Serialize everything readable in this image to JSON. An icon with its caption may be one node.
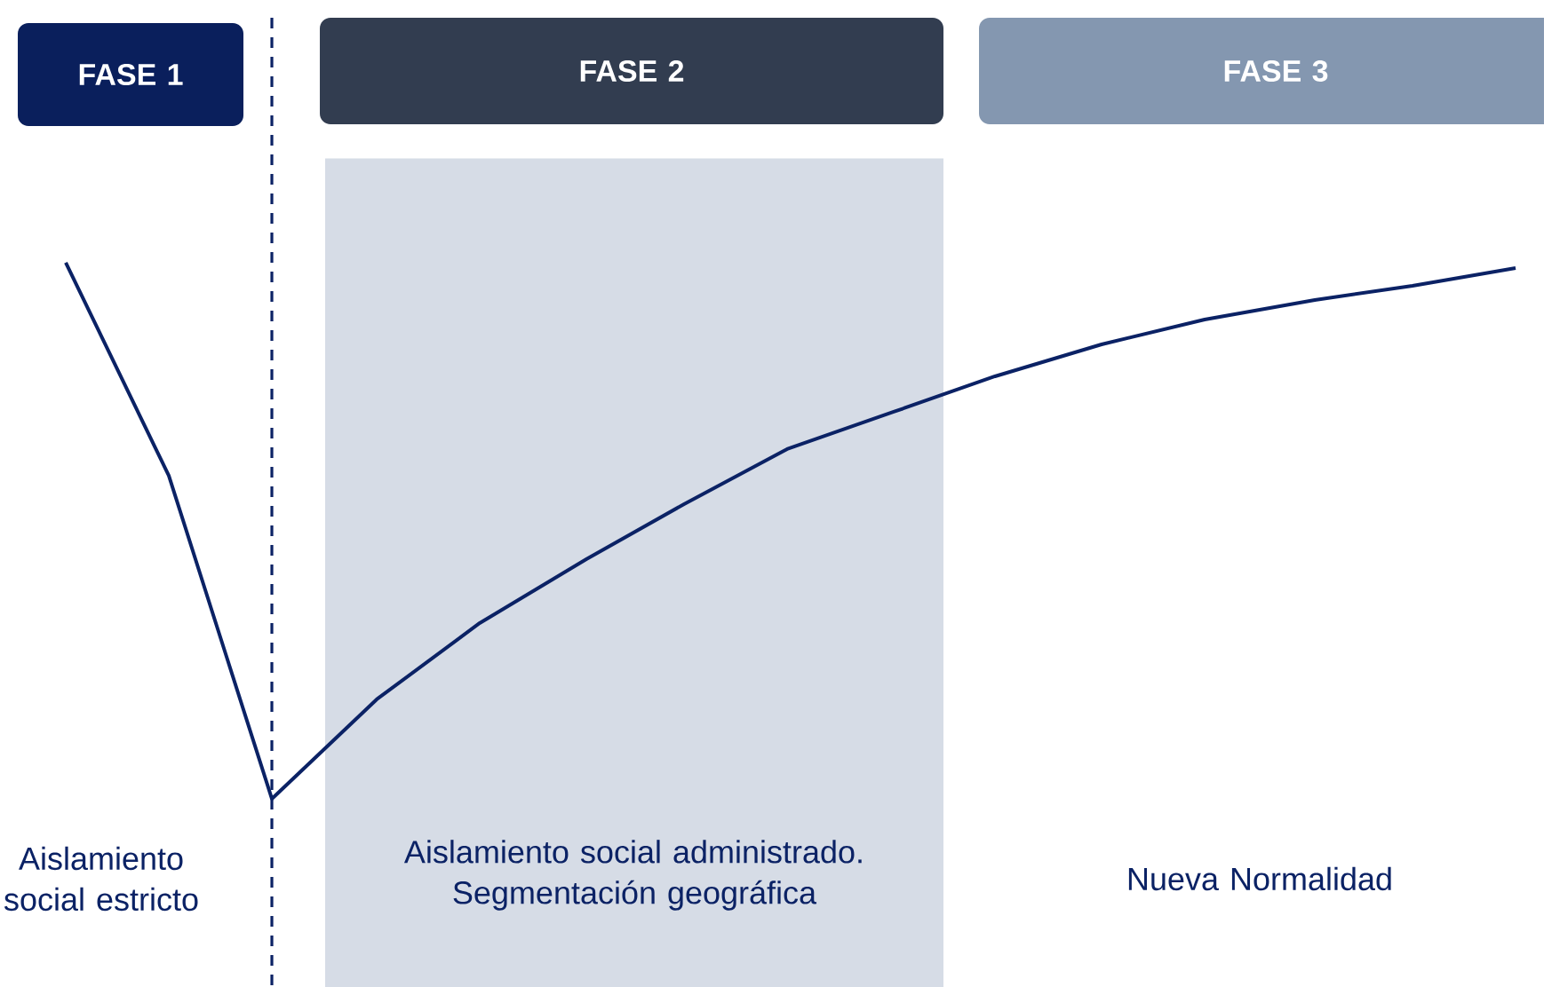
{
  "diagram": {
    "nodes": [
      {
        "text": [
          "FASE 1"
        ]
      },
      {
        "text": [
          "FASE 2"
        ]
      },
      {
        "text": [
          "FASE  3"
        ]
      },
      {
        "text": [
          "Aislamiento social administrado. Segmentación geográfica"
        ]
      }
    ],
    "labels": [
      "Aislamiento social estricto",
      "Nueva Normalidad"
    ]
  }
}
